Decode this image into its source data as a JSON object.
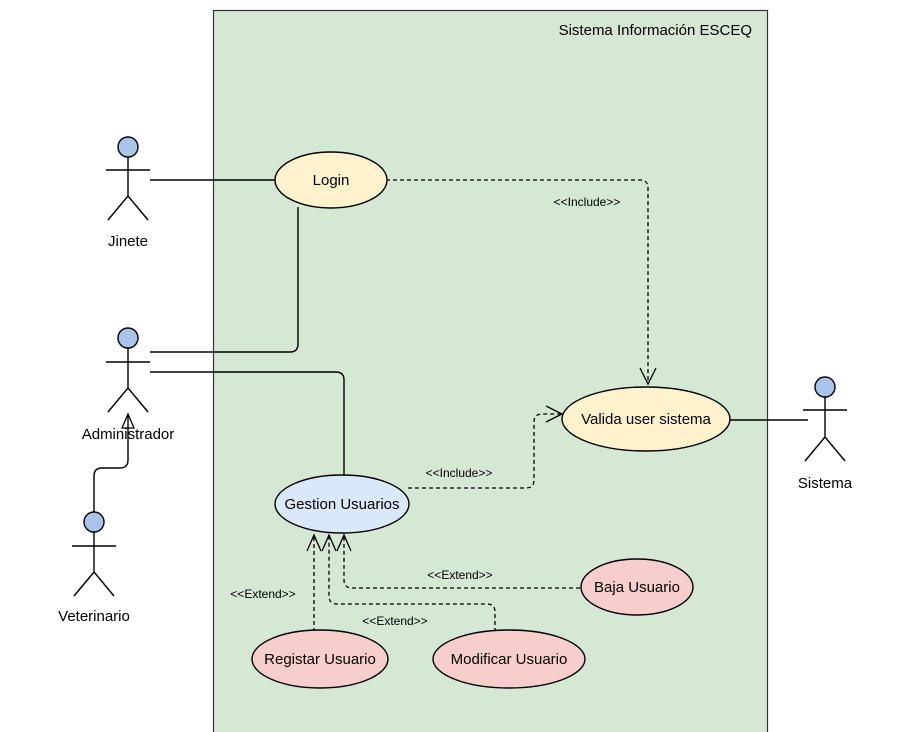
{
  "system": {
    "title": "Sistema Información ESCEQ",
    "fill_color": "#d5e8d4",
    "border_color": "#333333"
  },
  "actors": {
    "jinete": "Jinete",
    "administrador": "Administrador",
    "veterinario": "Veterinario",
    "sistema": "Sistema",
    "head_color": "#a9c4eb"
  },
  "use_cases": {
    "login": "Login",
    "valida": "Valida user sistema",
    "gestion": "Gestion Usuarios",
    "baja": "Baja Usuario",
    "registar": "Registar Usuario",
    "modificar": "Modificar Usuario",
    "colors": {
      "yellow": "#fff2cc",
      "blue": "#dae8fc",
      "red": "#f8cecc"
    }
  },
  "relations": {
    "include_login": "<<Include>>",
    "include_gestion": "<<Include>>",
    "extend_baja": "<<Extend>>",
    "extend_modificar": "<<Extend>>",
    "extend_registar": "<<Extend>>"
  }
}
